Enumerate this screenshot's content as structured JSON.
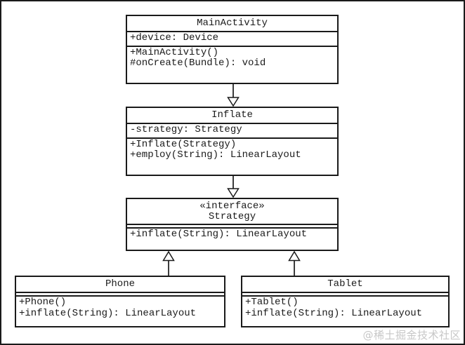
{
  "colors": {
    "background": "#ffffff",
    "line": "#1a1a1a",
    "text": "#1a1a1a",
    "watermark_gray": "#c7c7c7"
  },
  "watermark": {
    "text": "@稀土掘金技术社区"
  },
  "classes": [
    {
      "name": "MainActivity",
      "stereotype": "",
      "attributes": [
        "+device: Device"
      ],
      "methods": [
        "+MainActivity()",
        "#onCreate(Bundle): void"
      ]
    },
    {
      "name": "Inflate",
      "stereotype": "",
      "attributes": [
        "-strategy: Strategy"
      ],
      "methods": [
        "+Inflate(Strategy)",
        "+employ(String): LinearLayout"
      ]
    },
    {
      "name": "Strategy",
      "stereotype": "«interface»",
      "attributes": [],
      "methods": [
        "+inflate(String): LinearLayout"
      ]
    },
    {
      "name": "Phone",
      "stereotype": "",
      "attributes": [],
      "methods": [
        "+Phone()",
        "+inflate(String): LinearLayout"
      ]
    },
    {
      "name": "Tablet",
      "stereotype": "",
      "attributes": [],
      "methods": [
        "+Tablet()",
        "+inflate(String): LinearLayout"
      ]
    }
  ],
  "relations": [
    {
      "from": "MainActivity",
      "to": "Inflate",
      "arrow": "open-triangle",
      "direction": "down"
    },
    {
      "from": "Inflate",
      "to": "Strategy",
      "arrow": "open-triangle",
      "direction": "down"
    },
    {
      "from": "Phone",
      "to": "Strategy",
      "arrow": "open-triangle",
      "direction": "up"
    },
    {
      "from": "Tablet",
      "to": "Strategy",
      "arrow": "open-triangle",
      "direction": "up"
    }
  ]
}
